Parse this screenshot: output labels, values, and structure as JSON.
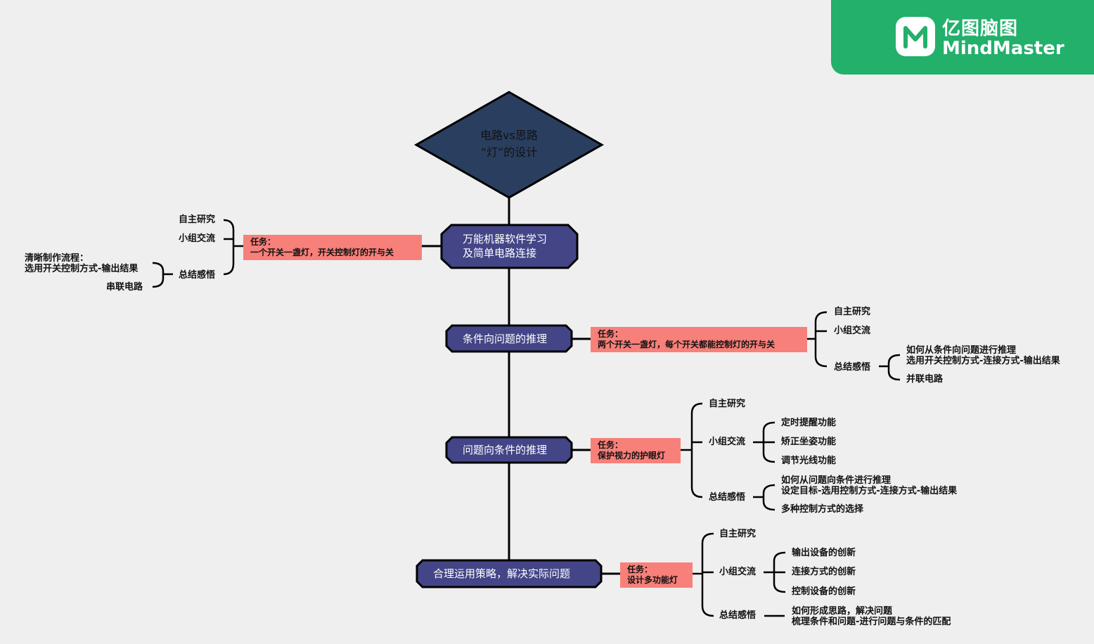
{
  "brand": {
    "name_cn": "亿图脑图",
    "name_en": "MindMaster"
  },
  "root": {
    "line1": "电路vs思路",
    "line2": "“灯”的设计"
  },
  "main_nodes": [
    {
      "line1": "万能机器软件学习",
      "line2": "及简单电路连接"
    },
    {
      "label": "条件向问题的推理"
    },
    {
      "label": "问题向条件的推理"
    },
    {
      "label": "合理运用策略，解决实际问题"
    }
  ],
  "tasks": [
    {
      "line1": "任务：",
      "line2": "一个开关一盏灯，开关控制灯的开与关"
    },
    {
      "line1": "任务：",
      "line2": "两个开关一盏灯，每个开关都能控制灯的开与关"
    },
    {
      "line1": "任务：",
      "line2": "保护视力的护眼灯"
    },
    {
      "line1": "任务：",
      "line2": "设计多功能灯"
    }
  ],
  "branch1": {
    "self_study": "自主研究",
    "group": "小组交流",
    "summary": "总结感悟",
    "summary_items": [
      "清晰制作流程：",
      "选用开关控制方式-输出结果",
      "串联电路"
    ]
  },
  "branch2": {
    "self_study": "自主研究",
    "group": "小组交流",
    "summary": "总结感悟",
    "summary_items": [
      "如何从条件向问题进行推理",
      "选用开关控制方式-连接方式-输出结果",
      "并联电路"
    ]
  },
  "branch3": {
    "self_study": "自主研究",
    "group": "小组交流",
    "group_items": [
      "定时提醒功能",
      "矫正坐姿功能",
      "调节光线功能"
    ],
    "summary": "总结感悟",
    "summary_items": [
      "如何从问题向条件进行推理",
      "设定目标-选用控制方式-连接方式-输出结果",
      "多种控制方式的选择"
    ]
  },
  "branch4": {
    "self_study": "自主研究",
    "group": "小组交流",
    "group_items": [
      "输出设备的创新",
      "连接方式的创新",
      "控制设备的创新"
    ],
    "summary": "总结感悟",
    "summary_items": [
      "如何形成思路，解决问题",
      "梳理条件和问题-进行问题与条件的匹配"
    ]
  },
  "colors": {
    "root": "#2a3f5f",
    "node": "#434587",
    "task": "#f8807a",
    "brand": "#22b06b"
  }
}
